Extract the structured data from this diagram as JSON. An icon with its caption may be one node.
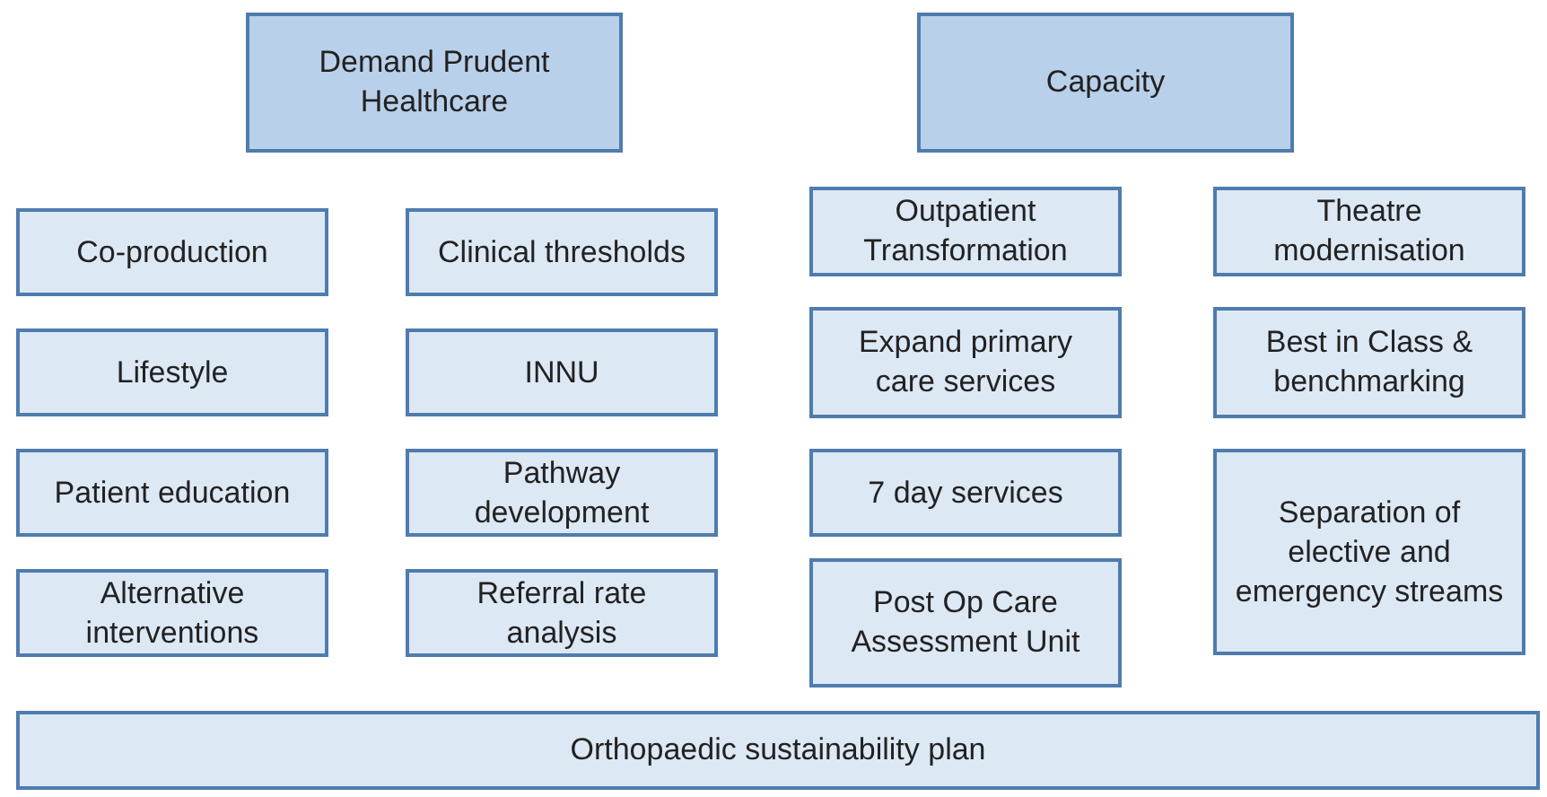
{
  "diagram": {
    "nodes": [
      {
        "text": [
          "Demand Prudent Healthcare"
        ]
      },
      {
        "text": [
          "Capacity"
        ]
      },
      {
        "text": [
          "Co-production"
        ]
      },
      {
        "text": [
          "Clinical thresholds"
        ]
      },
      {
        "text": [
          "Outpatient Transformation"
        ]
      },
      {
        "text": [
          "Theatre modernisation"
        ]
      },
      {
        "text": [
          "Lifestyle"
        ]
      },
      {
        "text": [
          "INNU"
        ]
      },
      {
        "text": [
          "Expand primary care services"
        ]
      },
      {
        "text": [
          "Best in Class & benchmarking"
        ]
      },
      {
        "text": [
          "Patient education"
        ]
      },
      {
        "text": [
          "Pathway development"
        ]
      },
      {
        "text": [
          "7 day services"
        ]
      },
      {
        "text": [
          "Separation of elective and emergency streams"
        ]
      },
      {
        "text": [
          "Alternative interventions"
        ]
      },
      {
        "text": [
          "Referral rate analysis"
        ]
      },
      {
        "text": [
          "Post Op Care Assessment Unit"
        ]
      },
      {
        "text": [
          "Orthopaedic sustainability plan"
        ]
      }
    ]
  }
}
